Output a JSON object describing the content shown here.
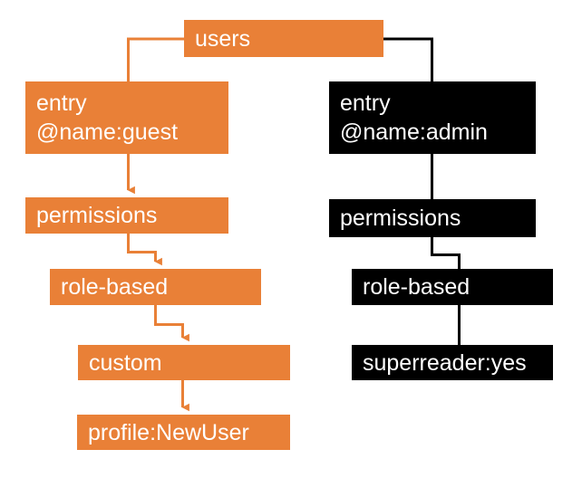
{
  "diagram": {
    "type": "tree",
    "title": "users",
    "colors": {
      "orange": "#E98037",
      "black": "#000000",
      "text": "#FFFFFF",
      "background": "#FFFFFF"
    },
    "root": {
      "id": "users",
      "label": "users",
      "style": "orange"
    },
    "branches": [
      {
        "id": "guest-branch",
        "style": "orange",
        "edge_style": "arrow",
        "nodes": [
          {
            "id": "entry-guest",
            "line1": "entry",
            "line2": "@name:guest"
          },
          {
            "id": "permissions-guest",
            "line1": "permissions",
            "line2": ""
          },
          {
            "id": "role-based-guest",
            "line1": "role-based",
            "line2": ""
          },
          {
            "id": "custom-guest",
            "line1": "custom",
            "line2": ""
          },
          {
            "id": "profile-newuser",
            "line1": "profile:NewUser",
            "line2": ""
          }
        ]
      },
      {
        "id": "admin-branch",
        "style": "black",
        "edge_style": "plain",
        "nodes": [
          {
            "id": "entry-admin",
            "line1": "entry",
            "line2": "@name:admin"
          },
          {
            "id": "permissions-admin",
            "line1": "permissions",
            "line2": ""
          },
          {
            "id": "role-based-admin",
            "line1": "role-based",
            "line2": ""
          },
          {
            "id": "superreader-yes",
            "line1": "superreader:yes",
            "line2": ""
          }
        ]
      }
    ]
  }
}
